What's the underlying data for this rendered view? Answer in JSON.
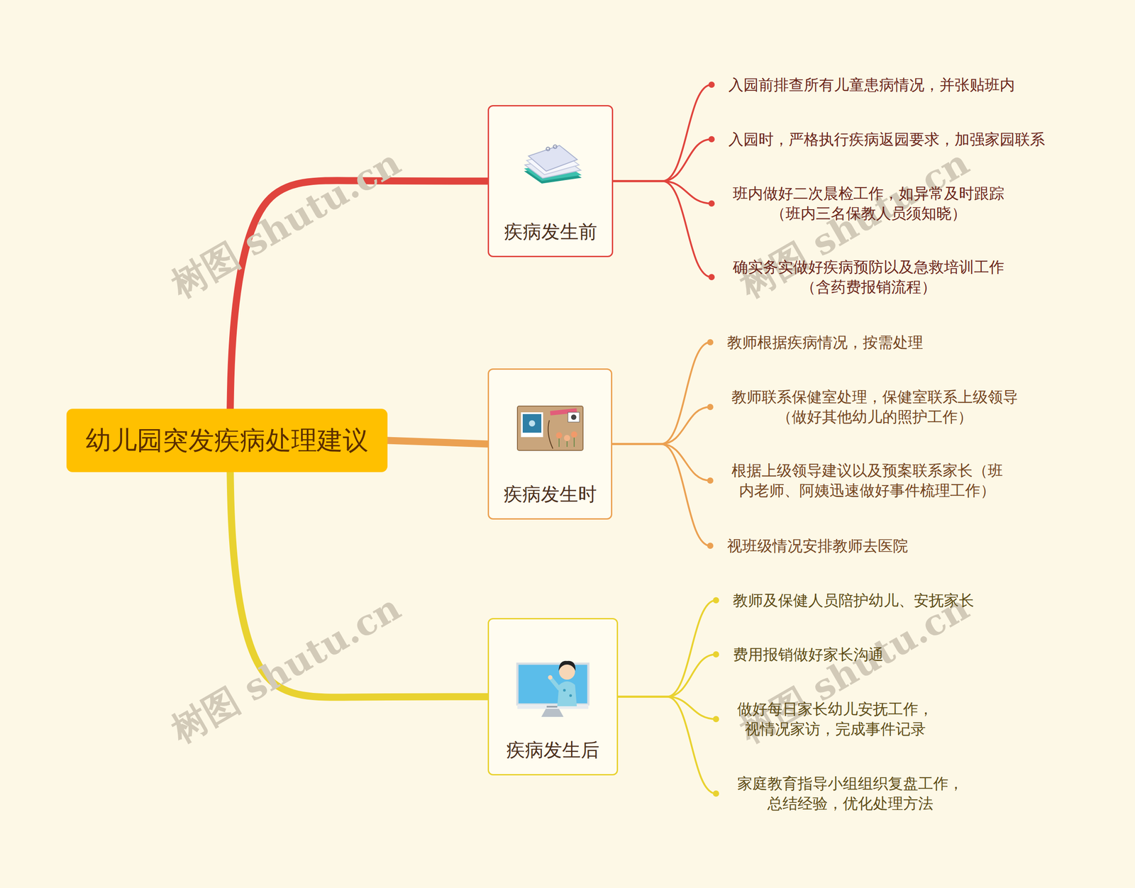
{
  "diagram": {
    "nodes": [
      {
        "text": [
          "幼儿园突发疾病处理建议"
        ]
      },
      {
        "text": [
          "疾病发生前"
        ]
      },
      {
        "text": [
          "入园前排查所有儿童患病情况，并张贴班内"
        ]
      },
      {
        "text": [
          "入园时，严格执行疾病返园要求，加强家园联系"
        ]
      },
      {
        "text": [
          "班内做好二次晨检工作，如异常及时跟踪（班内三名保教人员须知晓）"
        ]
      },
      {
        "text": [
          "确实务实做好疾病预防以及急救培训工作（含药费报销流程）"
        ]
      },
      {
        "text": [
          "疾病发生时"
        ]
      },
      {
        "text": [
          "教师根据疾病情况，按需处理"
        ]
      },
      {
        "text": [
          "教师联系保健室处理，保健室联系上级领导（做好其他幼儿的照护工作）"
        ]
      },
      {
        "text": [
          "根据上级领导建议以及预案联系家长（班内老师、阿姨迅速做好事件梳理工作）"
        ]
      },
      {
        "text": [
          "视班级情况安排教师去医院"
        ]
      },
      {
        "text": [
          "疾病发生后"
        ]
      },
      {
        "text": [
          "教师及保健人员陪护幼儿、安抚家长"
        ]
      },
      {
        "text": [
          "费用报销做好家长沟通"
        ]
      },
      {
        "text": [
          "做好每日家长幼儿安抚工作，视情况家访，完成事件记录"
        ]
      },
      {
        "text": [
          "家庭教育指导小组组织复盘工作，总结经验，优化处理方法"
        ]
      }
    ],
    "edges": [
      {
        "from": 0,
        "to": 1,
        "arrow": "none"
      },
      {
        "from": 0,
        "to": 6,
        "arrow": "none"
      },
      {
        "from": 0,
        "to": 11,
        "arrow": "none"
      },
      {
        "from": 1,
        "to": 2,
        "arrow": "none"
      },
      {
        "from": 1,
        "to": 3,
        "arrow": "none"
      },
      {
        "from": 1,
        "to": 4,
        "arrow": "none"
      },
      {
        "from": 1,
        "to": 5,
        "arrow": "none"
      },
      {
        "from": 6,
        "to": 7,
        "arrow": "none"
      },
      {
        "from": 6,
        "to": 8,
        "arrow": "none"
      },
      {
        "from": 6,
        "to": 9,
        "arrow": "none"
      },
      {
        "from": 6,
        "to": 10,
        "arrow": "none"
      },
      {
        "from": 11,
        "to": 12,
        "arrow": "none"
      },
      {
        "from": 11,
        "to": 13,
        "arrow": "none"
      },
      {
        "from": 11,
        "to": 14,
        "arrow": "none"
      },
      {
        "from": 11,
        "to": 15,
        "arrow": "none"
      }
    ],
    "labels": [
      "树图 shutu.cn",
      "树图 shutu.cn",
      "树图 shutu.cn",
      "树图 shutu.cn"
    ]
  }
}
